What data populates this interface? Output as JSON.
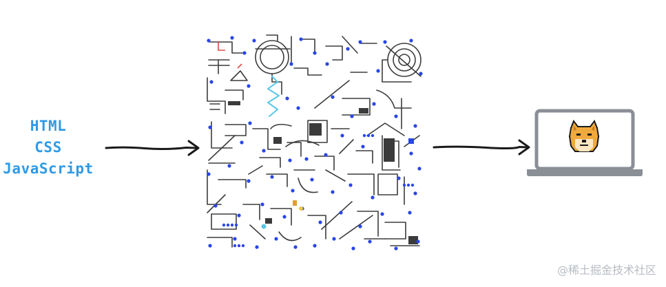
{
  "inputs": {
    "items": [
      "HTML",
      "CSS",
      "JavaScript"
    ]
  },
  "machine": {
    "icon": "rube-goldberg-machine-illustration"
  },
  "output": {
    "icon": "laptop-with-pixel-doge-icon"
  },
  "watermark": {
    "text": "@稀土掘金技术社区"
  },
  "colors": {
    "label": "#2f9ae6",
    "arrow": "#1a1a1a",
    "laptop_frame": "#8a8f96",
    "doge_fill": "#f0a93c",
    "machine_dot": "#2a46e6",
    "machine_ink": "#3b3b3b"
  }
}
